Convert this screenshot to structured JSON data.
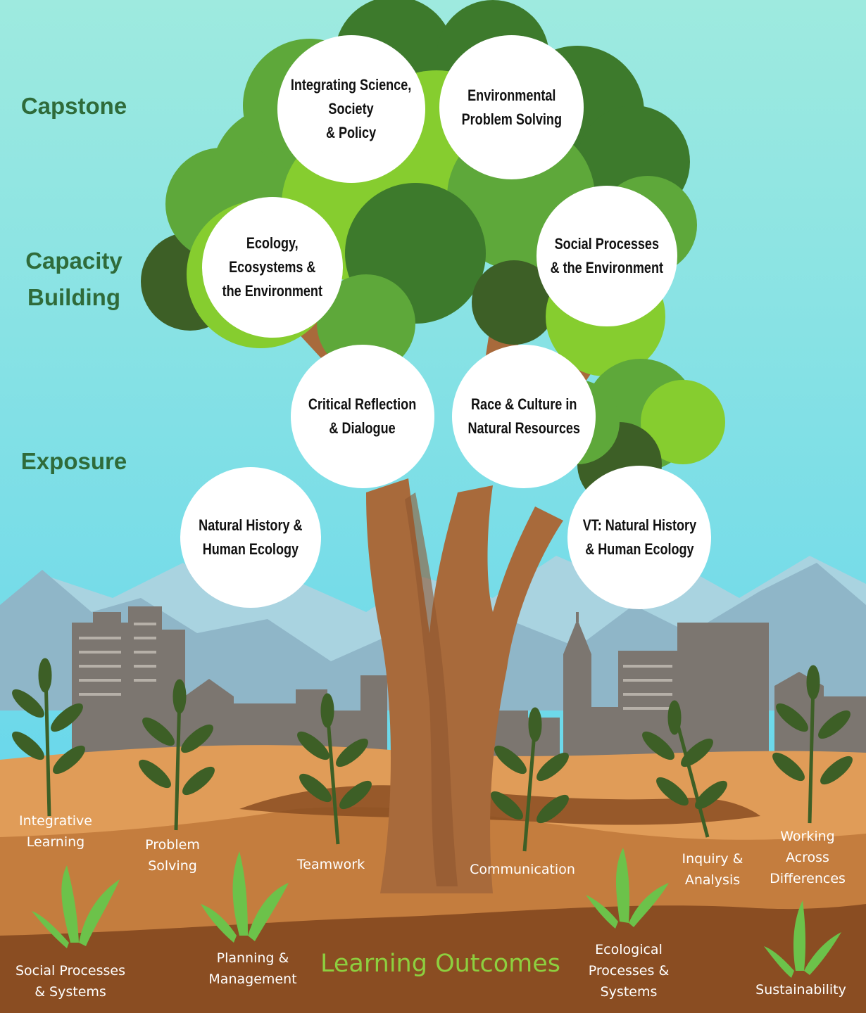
{
  "colors": {
    "sky_top": "#9eeadf",
    "sky_bottom": "#5ad2ef",
    "leaf_dark": "#3d7a2c",
    "leaf_mid": "#5ea83a",
    "leaf_light": "#86cd2f",
    "trunk": "#a86a3b",
    "ground_light": "#e09c58",
    "ground_mid": "#c47d3e",
    "ground_dark": "#8a4d22",
    "building": "#7c7670",
    "tier_text": "#2f6b3a",
    "outcome_title": "#8dcf3f"
  },
  "tiers": {
    "capstone": "Capstone",
    "capacity_line1": "Capacity",
    "capacity_line2": "Building",
    "exposure": "Exposure"
  },
  "courses": [
    {
      "line1": "Integrating Science,",
      "line2": "Society",
      "line3": "& Policy"
    },
    {
      "line1": "Environmental",
      "line2": "Problem Solving"
    },
    {
      "line1": "Ecology,",
      "line2": "Ecosystems &",
      "line3": "the Environment"
    },
    {
      "line1": "Social Processes",
      "line2": "& the Environment"
    },
    {
      "line1": "Critical Reflection",
      "line2": "& Dialogue"
    },
    {
      "line1": "Race & Culture in",
      "line2": "Natural Resources"
    },
    {
      "line1": "Natural History &",
      "line2": "Human Ecology"
    },
    {
      "line1": "VT: Natural History",
      "line2": "& Human Ecology"
    }
  ],
  "outcomes_upper": [
    {
      "line1": "Integrative",
      "line2": "Learning"
    },
    {
      "line1": "Problem",
      "line2": "Solving"
    },
    {
      "line1": "Teamwork"
    },
    {
      "line1": "Communication"
    },
    {
      "line1": "Inquiry &",
      "line2": "Analysis"
    },
    {
      "line1": "Working",
      "line2": "Across",
      "line3": "Differences"
    }
  ],
  "outcomes_lower": [
    {
      "line1": "Social Processes",
      "line2": "& Systems"
    },
    {
      "line1": "Planning &",
      "line2": "Management"
    },
    {
      "line1": "Ecological",
      "line2": "Processes &",
      "line3": "Systems"
    },
    {
      "line1": "Sustainability"
    }
  ],
  "learning_outcomes_title": "Learning Outcomes"
}
